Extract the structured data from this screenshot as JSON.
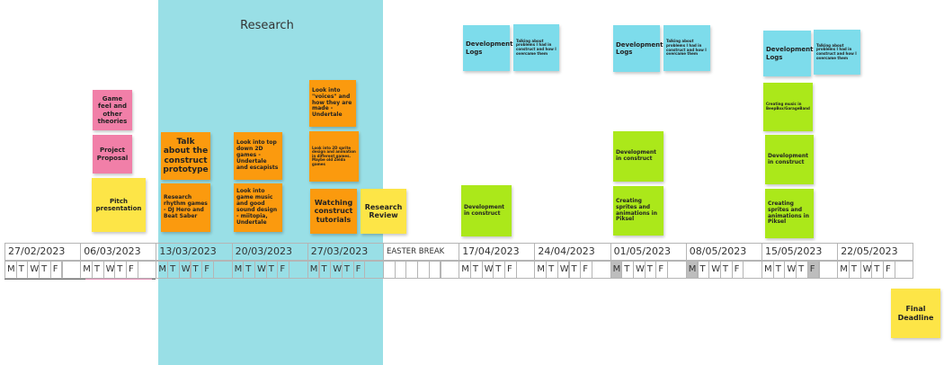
{
  "research": {
    "title": "Research"
  },
  "notes": {
    "game_feel": "Game feel and other theories",
    "project_proposal": "Project Proposal",
    "pitch": "Pitch presentation",
    "talk_construct": "Talk about the construct prototype",
    "research_rhythm": "Research rhythm games - DJ Hero and Beat Saber",
    "top_down": "Look into top down 2D games - Undertale and escapists",
    "game_music": "Look into game music and good sound design - miitopia, Undertale",
    "voices": "Look into \"voices\" and how they are made - Undertale",
    "sprite_design": "Look into 2D sprite design and animation in different games. Maybe old Zelda games",
    "watching_tutorials": "Watching construct tutorials",
    "research_review": "Research Review",
    "dev_logs_1": "Development Logs",
    "problems_1": "Talking about problems I had in construct and how I overcame them",
    "dev_construct_1": "Development in construct",
    "dev_logs_2": "Development Logs",
    "problems_2": "Talking about problems I had in construct and how I overcame them",
    "dev_construct_2": "Development in construct",
    "sprites_2": "Creating sprites and animations in Piksel",
    "dev_logs_3": "Development Logs",
    "problems_3": "Talking about problems I had in construct and how I overcame them",
    "music_3": "Creating music in BeepBox/GarageBand",
    "dev_construct_3": "Development in construct",
    "sprites_3": "Creating sprites and animations in Piksel",
    "final_deadline": "Final Deadline"
  },
  "timeline": {
    "weeks": [
      "27/02/2023",
      "06/03/2023",
      "13/03/2023",
      "20/03/2023",
      "27/03/2023",
      "EASTER BREAK",
      "17/04/2023",
      "24/04/2023",
      "01/05/2023",
      "08/05/2023",
      "15/05/2023",
      "22/05/2023"
    ],
    "days": [
      "M",
      "T",
      "W",
      "T",
      "F"
    ],
    "shaded_days": [
      "01/05/2023 M",
      "08/05/2023 M",
      "15/05/2023 F"
    ]
  },
  "colors": {
    "research_zone": "#99dfe6",
    "pink_note": "#f17fa8",
    "yellow_note": "#fde547",
    "orange_note": "#fb9a0e",
    "green_note": "#abe81a",
    "cyan_note": "#7ddceb"
  }
}
